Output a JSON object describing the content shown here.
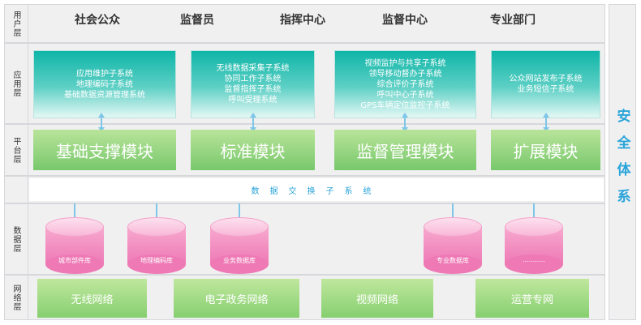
{
  "layers": {
    "user": "用户层",
    "application": "应用层",
    "platform": "平台层",
    "data": "数据层",
    "network": "网络层"
  },
  "user_layer": [
    "社会公众",
    "监督员",
    "指挥中心",
    "监督中心",
    "专业部门"
  ],
  "application_layer": [
    [
      "应用维护子系统",
      "地理编码子系统",
      "基础数据资源管理系统"
    ],
    [
      "无线数据采集子系统",
      "协同工作子系统",
      "监督指挥子系统",
      "呼叫受理系统"
    ],
    [
      "视频监护与共享子系统",
      "领导移动督办子系统",
      "综合评价子系统",
      "呼叫中心子系统",
      "GPS车辆定位监控子系统"
    ],
    [
      "公众网站发布子系统",
      "业务短信子系统"
    ]
  ],
  "platform_layer": [
    "基础支撑模块",
    "标准模块",
    "监督管理模块",
    "扩展模块"
  ],
  "exchange_system": "数据交换子系统",
  "databases": [
    "城市部件库",
    "地理编码库",
    "业务数据库",
    "专业数据库",
    "..........."
  ],
  "network_layer": [
    "无线网络",
    "电子政务网络",
    "视频网络",
    "运营专网"
  ],
  "security_system": "安全体系",
  "colors": {
    "app_teal": "#0fb5a8",
    "platform_green": "#78c86c",
    "database_pink": "#ee79b5",
    "accent_blue": "#29a4d9"
  }
}
